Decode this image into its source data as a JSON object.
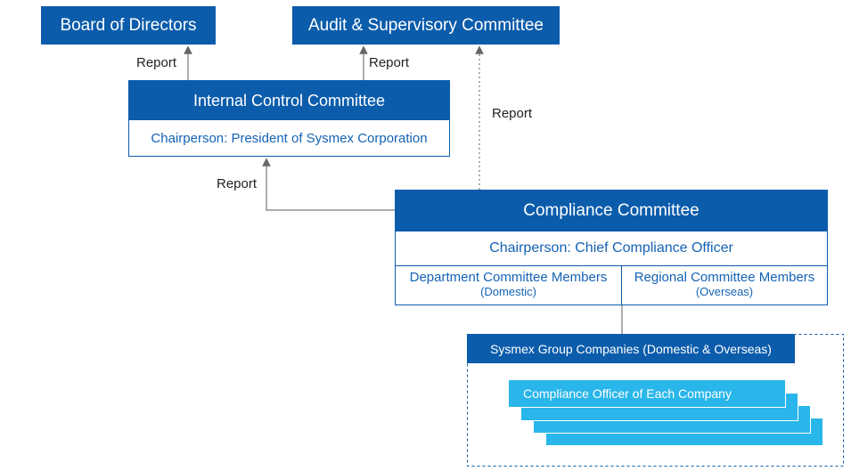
{
  "boxes": {
    "board": "Board of Directors",
    "audit": "Audit & Supervisory Committee",
    "internal_control": {
      "title": "Internal Control Committee",
      "chair": "Chairperson: President of Sysmex Corporation"
    },
    "compliance": {
      "title": "Compliance Committee",
      "chair": "Chairperson: Chief Compliance Officer",
      "members_left": "Department Committee Members",
      "members_left_sub": "(Domestic)",
      "members_right": "Regional Committee Members",
      "members_right_sub": "(Overseas)"
    },
    "group": "Sysmex Group Companies (Domestic & Overseas)",
    "officer": "Compliance Officer of Each Company"
  },
  "labels": {
    "report_board": "Report",
    "report_audit": "Report",
    "report_audit_dotted": "Report",
    "report_internal": "Report"
  },
  "colors": {
    "primary_blue": "#0b5cab",
    "light_blue": "#29b6ea",
    "connector": "#777777"
  }
}
